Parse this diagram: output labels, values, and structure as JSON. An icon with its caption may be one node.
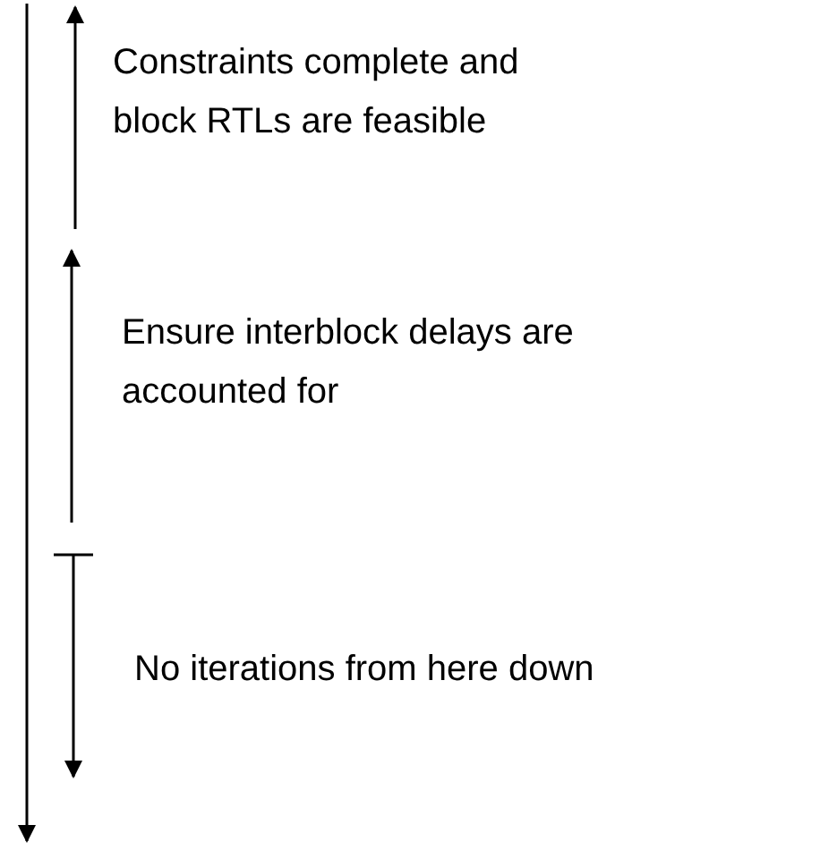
{
  "diagram": {
    "labels": [
      "Constraints complete and block RTLs are feasible",
      "Ensure interblock delays are accounted for",
      "No iterations from here down"
    ]
  }
}
